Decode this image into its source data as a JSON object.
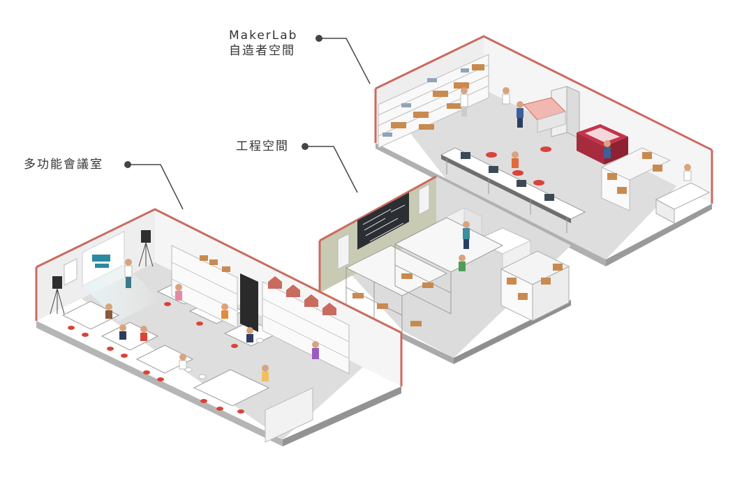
{
  "labels": {
    "makerlab": {
      "title": "MakerLab",
      "subtitle": "自造者空間"
    },
    "engineering": {
      "title": "工程空間"
    },
    "meeting": {
      "title": "多功能會議室"
    }
  },
  "colors": {
    "floor": "#dcdcdc",
    "wall_top": "#c96b5e",
    "wall_left": "#ececec",
    "wall_right": "#f4f4f4",
    "engineering_wall": "#c9cab3",
    "shelf": "#f7f7f7",
    "box": "#c98a4f",
    "red_stool": "#d9433a",
    "table": "#ffffff",
    "screen": "#2d3a44",
    "leader": "#444444"
  },
  "icons": [
    "leader-dot-icon",
    "speaker-icon",
    "projector-screen-icon",
    "blackboard-icon",
    "laser-cutter-icon",
    "person-icon",
    "shelf-icon",
    "stool-icon"
  ]
}
